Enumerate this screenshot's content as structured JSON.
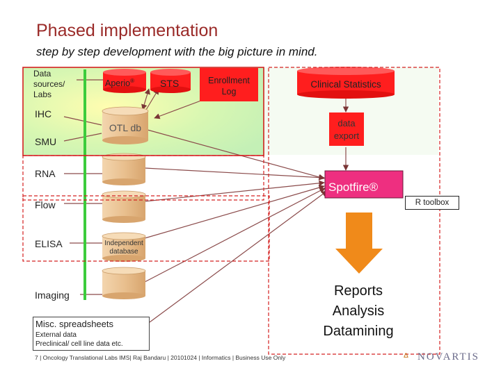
{
  "title": "Phased implementation",
  "subtitle": "step by step development with the big picture in mind.",
  "sources": {
    "data_sources": "Data sources/ Labs",
    "ihc": "IHC",
    "smu": "SMU",
    "rna": "RNA",
    "flow": "Flow",
    "elisa": "ELISA",
    "imaging": "Imaging",
    "misc": "Misc. spreadsheets",
    "external": "External data",
    "preclinical": "Preclinical/ cell line data etc."
  },
  "nodes": {
    "aperio": "Aperio",
    "aperio_mark": "®",
    "sts": "STS",
    "enrollment_log": "Enrollment Log",
    "clinical_statistics": "Clinical Statistics",
    "otl_db": "OTL db",
    "data_export": "data export",
    "independent_database": "Independent database",
    "spotfire": "Spotfire®",
    "r_toolbox": "R toolbox"
  },
  "outputs": [
    "Reports",
    "Analysis",
    "Datamining"
  ],
  "footer": "7 | Oncology Translational Labs IMS| Raj Bandaru | 20101024 | Informatics | Business Use Only",
  "logo": "NOVARTIS",
  "colors": {
    "title": "#9a2a28",
    "red_box": "#d42020",
    "green_line": "#3ccc3c",
    "cylinder": "#e0b585",
    "red_cylinder": "#ff1e1e",
    "spotfire": "#ee2f80",
    "arrow_orange": "#f08a1a",
    "connector": "#8a4a4a"
  }
}
